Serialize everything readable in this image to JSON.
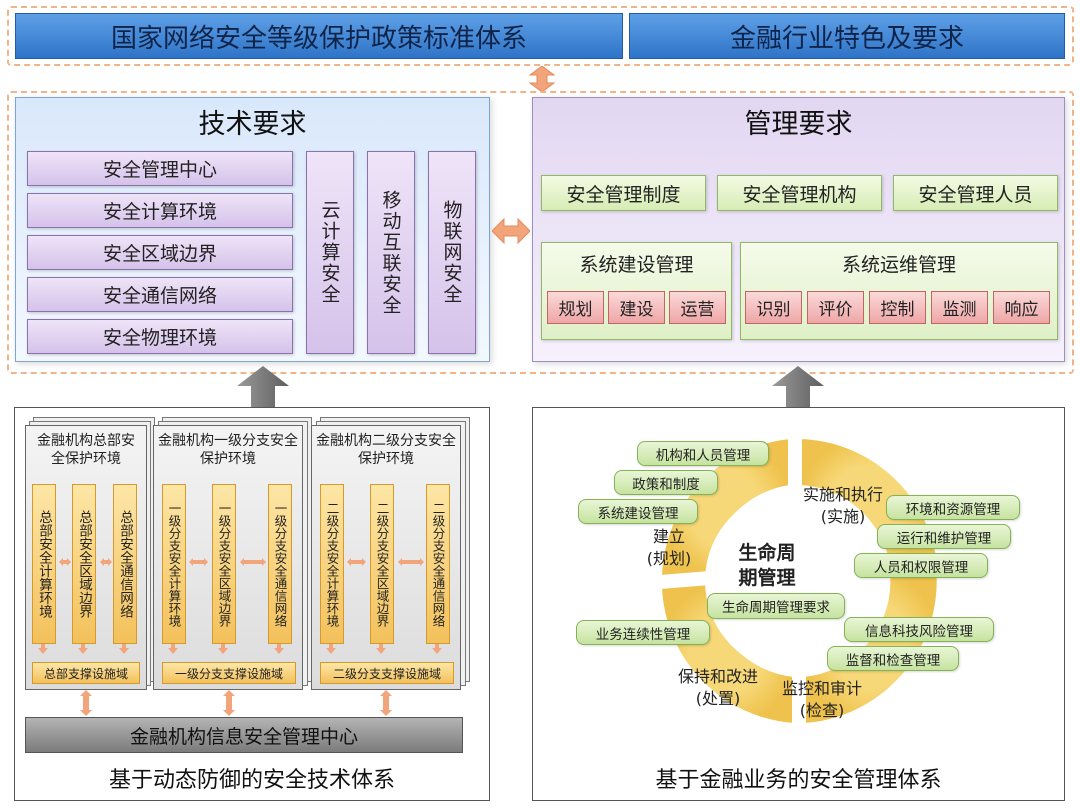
{
  "top": {
    "left_title": "国家网络安全等级保护政策标准体系",
    "right_title": "金融行业特色及要求"
  },
  "tech": {
    "title": "技术要求",
    "items": [
      "安全管理中心",
      "安全计算环境",
      "安全区域边界",
      "安全通信网络",
      "安全物理环境"
    ],
    "columns": [
      "云计算安全",
      "移动互联安全",
      "物联网安全"
    ]
  },
  "mgmt": {
    "title": "管理要求",
    "top_items": [
      "安全管理制度",
      "安全管理机构",
      "安全管理人员"
    ],
    "build": {
      "title": "系统建设管理",
      "items": [
        "规划",
        "建设",
        "运营"
      ]
    },
    "ops": {
      "title": "系统运维管理",
      "items": [
        "识别",
        "评价",
        "控制",
        "监测",
        "响应"
      ]
    }
  },
  "tech_system": {
    "cards": [
      {
        "title": "金融机构总部安全保护环境",
        "cols": [
          "总部安全计算环境",
          "总部安全区域边界",
          "总部安全通信网络"
        ],
        "infra": "总部支撑设施域"
      },
      {
        "title": "金融机构一级分支安全保护环境",
        "cols": [
          "一级分支安全计算环境",
          "一级分支安全区域边界",
          "一级分支安全通信网络"
        ],
        "infra": "一级分支支撑设施域"
      },
      {
        "title": "金融机构二级分支安全保护环境",
        "cols": [
          "二级分支安全计算环境",
          "二级分支安全区域边界",
          "二级分支安全通信网络"
        ],
        "infra": "二级分支支撑设施域"
      }
    ],
    "center_bar": "金融机构信息安全管理中心",
    "caption": "基于动态防御的安全技术体系"
  },
  "mgmt_system": {
    "center": "生命周期管理",
    "center_pill": "生命周期管理要求",
    "phases": {
      "plan": "建立(规划)",
      "implement": "实施和执行(实施)",
      "monitor": "监控和审计(检查)",
      "improve": "保持和改进(处置)"
    },
    "pills": {
      "org": "机构和人员管理",
      "policy": "政策和制度",
      "sysbuild": "系统建设管理",
      "env": "环境和资源管理",
      "ops": "运行和维护管理",
      "access": "人员和权限管理",
      "continuity": "业务连续性管理",
      "risk": "信息科技风险管理",
      "audit": "监督和检查管理"
    },
    "caption": "基于金融业务的安全管理体系"
  }
}
